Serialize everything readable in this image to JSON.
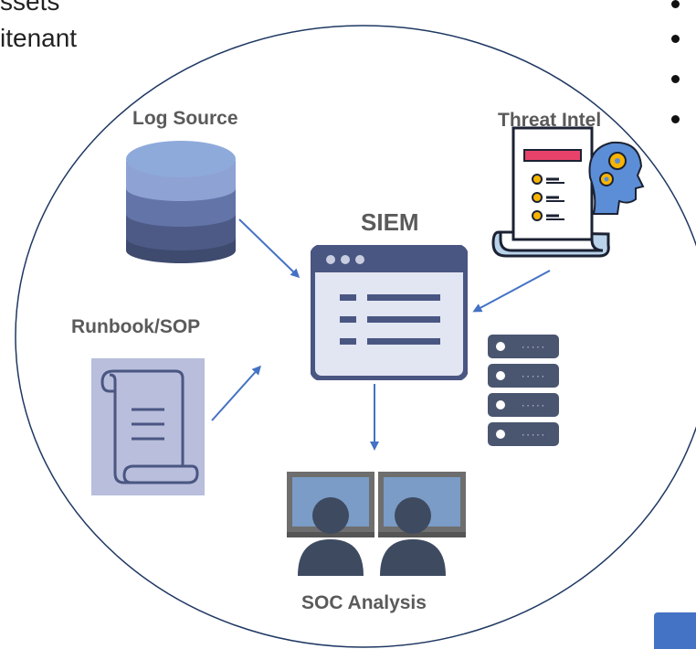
{
  "cut_text": {
    "line1": "ssets",
    "line2": "itenant"
  },
  "nodes": {
    "log_source": "Log Source",
    "threat_intel": "Threat Intel",
    "siem": "SIEM",
    "runbook": "Runbook/SOP",
    "soc": "SOC Analysis"
  },
  "colors": {
    "arrow": "#4472c4",
    "label": "#5a5a5a",
    "circle": "#1f3863",
    "siem_frame": "#4a5682",
    "siem_bg": "#e2e6f2",
    "db_top": "#8eaadb",
    "db_mid": "#6274a8",
    "db_dark": "#3e4a6e",
    "server": "#4a5570",
    "monitor": "#7a9cc6",
    "person": "#3e4a60",
    "scroll_bg": "#b8bedb",
    "scroll_stroke": "#4a5682",
    "accent": "#4472c4"
  },
  "icons": {
    "database": "database-icon",
    "document_ai": "threat-intel-document-icon",
    "browser": "siem-window-icon",
    "scroll": "runbook-scroll-icon",
    "server": "server-rack-icon",
    "analyst": "soc-analyst-monitors-icon"
  }
}
